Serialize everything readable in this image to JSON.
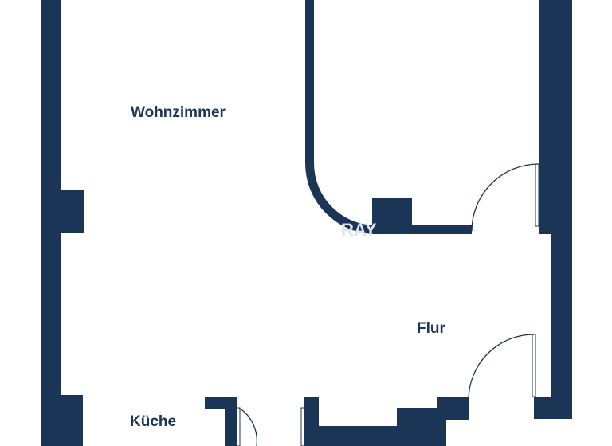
{
  "rooms": {
    "living_room": "Wohnzimmer",
    "hallway": "Flur",
    "kitchen": "Küche"
  },
  "watermark": "RAY",
  "colors": {
    "wall": "#1b3556",
    "label": "#1b3556",
    "background": "#ffffff",
    "watermark": "#dfe4ea"
  }
}
